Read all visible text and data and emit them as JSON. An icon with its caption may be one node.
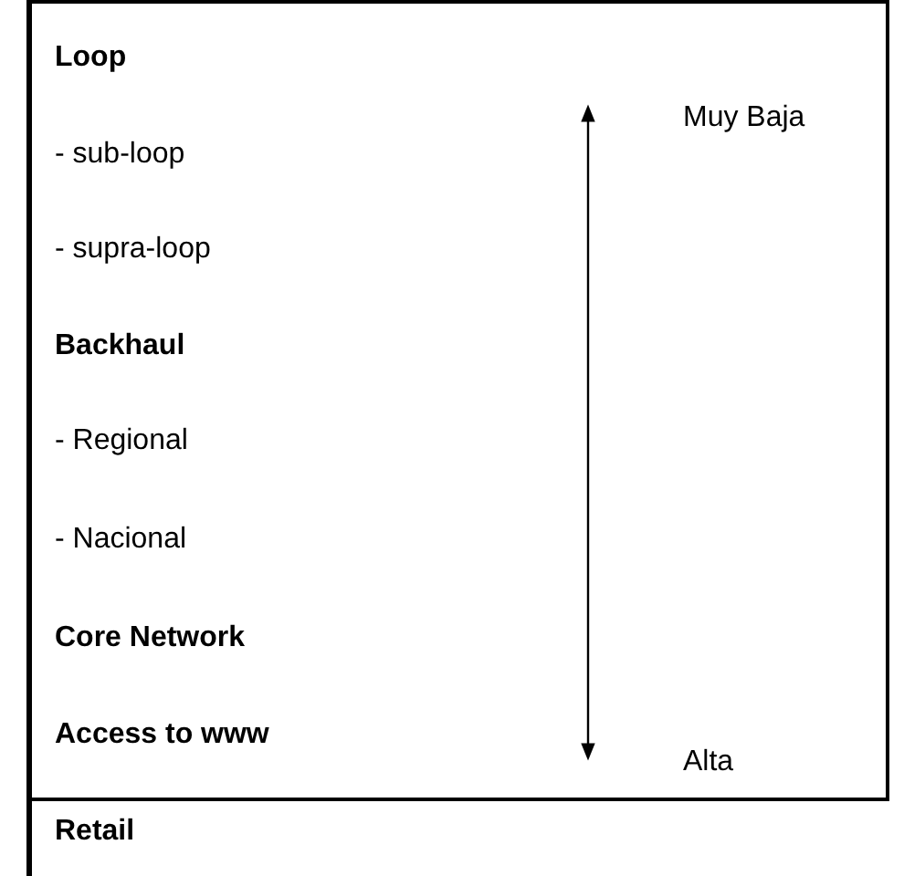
{
  "diagram": {
    "labels": [
      "Loop",
      "- sub-loop",
      "- supra-loop",
      "Backhaul",
      "- Regional",
      "- Nacional",
      "Core Network",
      "Access to www",
      "Retail",
      "Muy Baja",
      "Alta"
    ]
  }
}
